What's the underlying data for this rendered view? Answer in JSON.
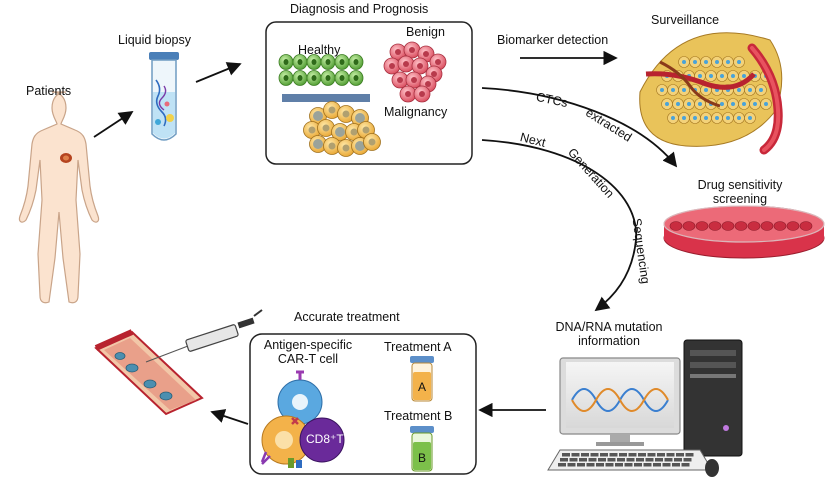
{
  "labels": {
    "patients": "Patients",
    "liquid_biopsy": "Liquid biopsy",
    "diagnosis_title": "Diagnosis and Prognosis",
    "healthy": "Healthy",
    "benign": "Benign",
    "malignancy": "Malignancy",
    "biomarker_detection": "Biomarker detection",
    "surveillance": "Surveillance",
    "ctcs": "CTCs",
    "extracted": "extracted",
    "next": "Next",
    "generation": "Generation",
    "sequencing": "Sequencing",
    "drug_sensitivity_line1": "Drug sensitivity",
    "drug_sensitivity_line2": "screening",
    "dna_rna_line1": "DNA/RNA mutation",
    "dna_rna_line2": "information",
    "accurate_treatment": "Accurate treatment",
    "antigen_line1": "Antigen-specific",
    "antigen_line2": "CAR-T cell",
    "cd8t": "CD8⁺T",
    "treatment_a": "Treatment A",
    "treatment_b": "Treatment  B",
    "vial_a": "A",
    "vial_b": "B"
  },
  "colors": {
    "healthy_cells": "#6dbf4b",
    "benign_cells": "#e8636f",
    "malignancy_cells": "#f2b63c",
    "tumor_nuclei": "#4aa3d9",
    "vessel_red": "#c8283a",
    "petri_red": "#d9334a",
    "cart_blue": "#5aa8e0",
    "cd8_purple": "#6a2a9a",
    "vial_orange": "#f3b24a",
    "vial_green": "#7cc04a",
    "arrow": "#111111"
  },
  "icons": [
    "human-body-icon",
    "test-tube-icon",
    "tumor-vessel-icon",
    "petri-dish-icon",
    "computer-icon",
    "blood-vessel-icon",
    "syringe-icon",
    "vial-icon",
    "dna-helix-icon"
  ]
}
